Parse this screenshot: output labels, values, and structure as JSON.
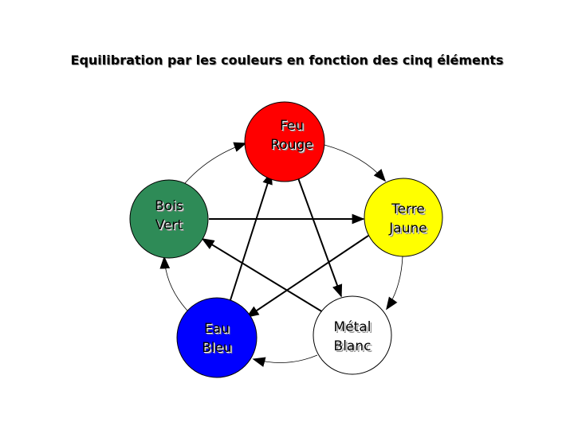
{
  "title": "Equilibration par les couleurs en fonction des cinq éléments",
  "elements": [
    {
      "element": "Feu",
      "color_name": "Rouge",
      "fill": "#ff0000"
    },
    {
      "element": "Terre",
      "color_name": "Jaune",
      "fill": "#ffff00"
    },
    {
      "element": "Métal",
      "color_name": "Blanc",
      "fill": "#ffffff"
    },
    {
      "element": "Eau",
      "color_name": "Bleu",
      "fill": "#0000ff"
    },
    {
      "element": "Bois",
      "color_name": "Vert",
      "fill": "#2e8b57"
    }
  ]
}
